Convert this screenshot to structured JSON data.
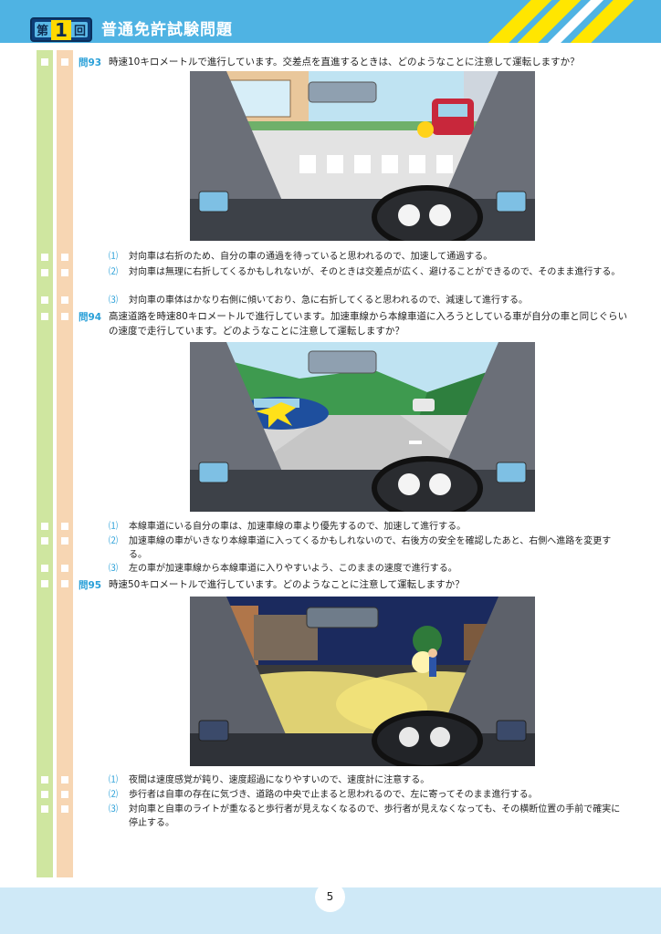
{
  "header": {
    "badge_prefix": "第",
    "badge_num": "1",
    "badge_suffix": "回",
    "title": "普通免許試験問題"
  },
  "questions": [
    {
      "label": "問93",
      "text": "時速10キロメートルで進行しています。交差点を直進するときは、どのようなことに注意して運転しますか？",
      "options": [
        {
          "num": "⑴",
          "text": "対向車は右折のため、自分の車の通過を待っていると思われるので、加速して通過する。"
        },
        {
          "num": "⑵",
          "text": "対向車は無理に右折してくるかもしれないが、そのときは交差点が広く、避けることができるので、そのまま進行する。"
        },
        {
          "num": "⑶",
          "text": "対向車の車体はかなり右側に傾いており、急に右折してくると思われるので、減速して進行する。"
        }
      ]
    },
    {
      "label": "問94",
      "text": "高速道路を時速80キロメートルで進行しています。加速車線から本線車道に入ろうとしている車が自分の車と同じぐらいの速度で走行しています。どのようなことに注意して運転しますか？",
      "options": [
        {
          "num": "⑴",
          "text": "本線車道にいる自分の車は、加速車線の車より優先するので、加速して進行する。"
        },
        {
          "num": "⑵",
          "text": "加速車線の車がいきなり本線車道に入ってくるかもしれないので、右後方の安全を確認したあと、右側へ進路を変更する。"
        },
        {
          "num": "⑶",
          "text": "左の車が加速車線から本線車道に入りやすいよう、このままの速度で進行する。"
        }
      ]
    },
    {
      "label": "問95",
      "text": "時速50キロメートルで進行しています。どのようなことに注意して運転しますか？",
      "options": [
        {
          "num": "⑴",
          "text": "夜間は速度感覚が鈍り、速度超過になりやすいので、速度計に注意する。"
        },
        {
          "num": "⑵",
          "text": "歩行者は自車の存在に気づき、道路の中央で止まると思われるので、左に寄ってそのまま進行する。"
        },
        {
          "num": "⑶",
          "text": "対向車と自車のライトが重なると歩行者が見えなくなるので、歩行者が見えなくなっても、その横断位置の手前で確実に停止する。"
        }
      ]
    }
  ],
  "colors": {
    "header_bg": "#4fb3e3",
    "accent_blue": "#2aa0d8",
    "badge_yellow": "#ffd800",
    "check_green": "#cfe6a0",
    "check_orange": "#f7d6b3",
    "footer_bg": "#cfe9f7"
  },
  "footer": {
    "page_number": "5"
  }
}
